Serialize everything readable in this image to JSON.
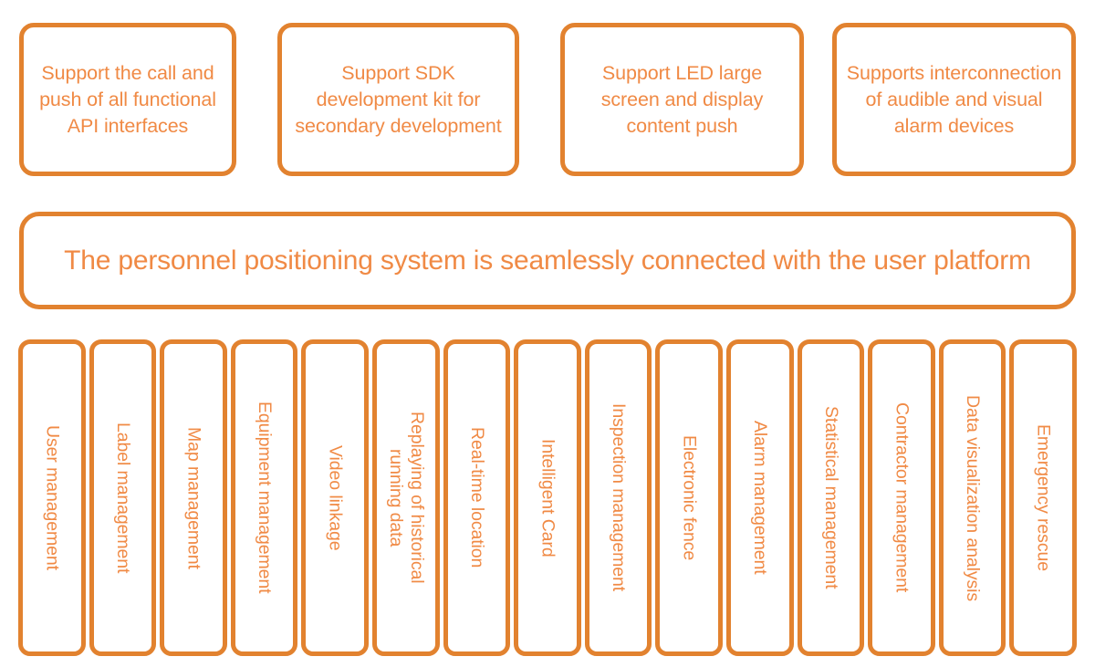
{
  "palette": {
    "border": "#E2822F",
    "text": "#F08A45",
    "background": "#FFFFFF"
  },
  "features": [
    {
      "id": "api-interfaces",
      "label": "Support the call and push of all functional API interfaces"
    },
    {
      "id": "sdk-development-kit",
      "label": "Support SDK development kit for secondary development"
    },
    {
      "id": "led-large-screen",
      "label": "Support LED large screen and display content push"
    },
    {
      "id": "audible-visual-alarm",
      "label": "Supports interconnection of audible and visual alarm devices"
    }
  ],
  "banner": {
    "label": "The personnel positioning system is seamlessly connected with the user platform"
  },
  "modules": [
    {
      "id": "user-management",
      "label": "User management"
    },
    {
      "id": "label-management",
      "label": "Label management"
    },
    {
      "id": "map-management",
      "label": "Map management"
    },
    {
      "id": "equipment-management",
      "label": "Equipment management"
    },
    {
      "id": "video-linkage",
      "label": "Video linkage"
    },
    {
      "id": "historical-running-data",
      "label": "Replaying of historical\nrunning data"
    },
    {
      "id": "real-time-location",
      "label": "Real-time location"
    },
    {
      "id": "intelligent-card",
      "label": "Intelligent Card"
    },
    {
      "id": "inspection-management",
      "label": "Inspection management"
    },
    {
      "id": "electronic-fence",
      "label": "Electronic fence"
    },
    {
      "id": "alarm-management",
      "label": "Alarm management"
    },
    {
      "id": "statistical-management",
      "label": "Statistical management"
    },
    {
      "id": "contractor-management",
      "label": "Contractor management"
    },
    {
      "id": "data-visualization",
      "label": "Data visualization analysis"
    },
    {
      "id": "emergency-rescue",
      "label": "Emergency rescue"
    }
  ]
}
